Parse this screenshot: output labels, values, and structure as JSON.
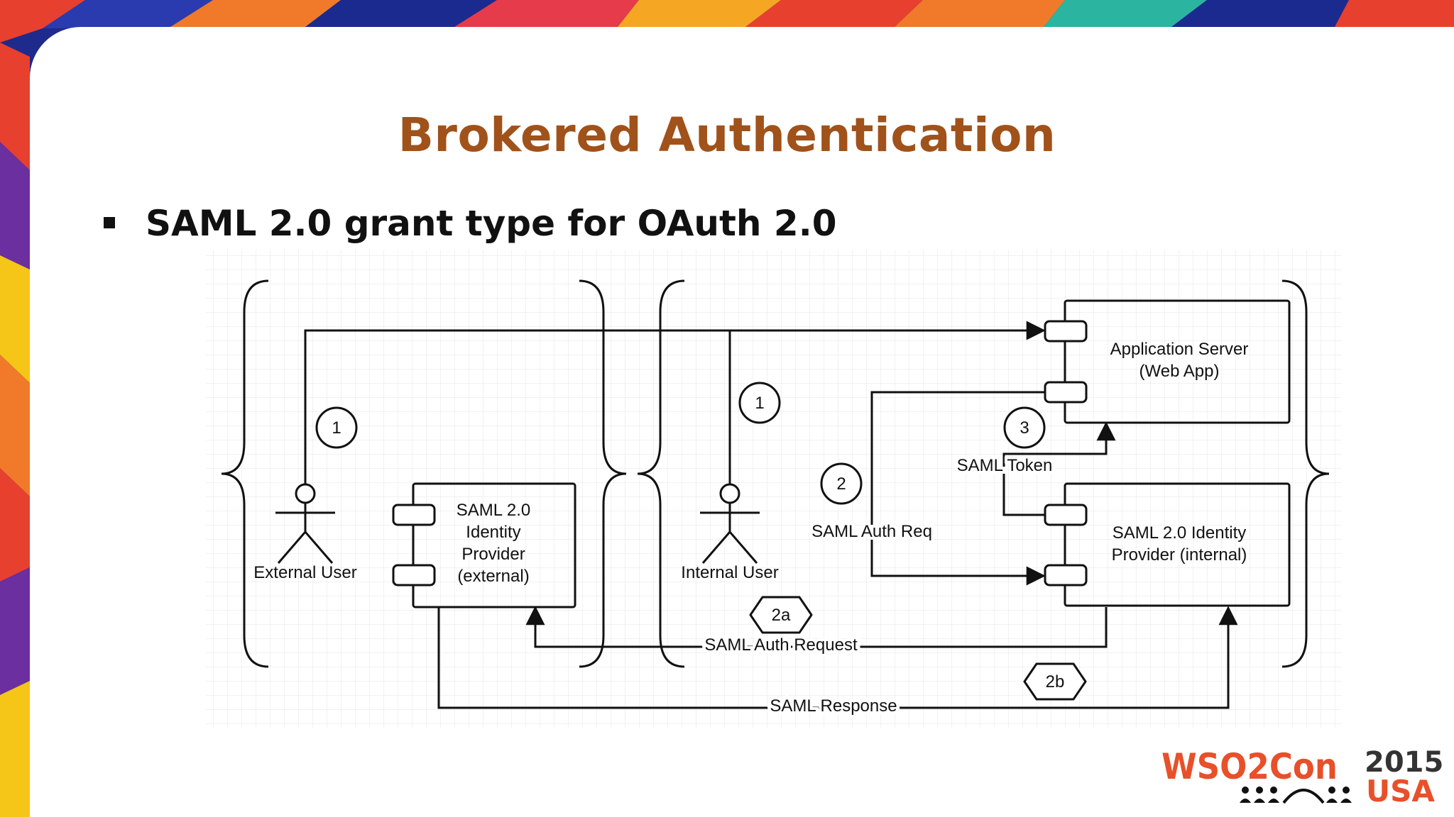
{
  "slide": {
    "title": "Brokered Authentication",
    "bullet": "SAML 2.0 grant type for OAuth 2.0"
  },
  "diagram": {
    "actors": {
      "external_user": "External User",
      "internal_user": "Internal User"
    },
    "components": {
      "external_idp": [
        "SAML 2.0",
        "Identity",
        "Provider",
        "(external)"
      ],
      "app_server": [
        "Application Server",
        "(Web App)"
      ],
      "internal_idp": [
        "SAML 2.0 Identity",
        "Provider (internal)"
      ]
    },
    "steps": {
      "ext_1": "1",
      "int_1": "1",
      "step_2": "2",
      "step_3": "3",
      "step_2a": "2a",
      "step_2b": "2b"
    },
    "labels": {
      "saml_token": "SAML Token",
      "saml_auth_req": "SAML Auth Req",
      "saml_auth_request": "SAML Auth Request",
      "saml_response": "SAML Response"
    }
  },
  "logo": {
    "brand": "WSO2Con",
    "year": "2015",
    "region": "USA",
    "colors": {
      "brand": "#e8502a",
      "dark": "#333333"
    }
  },
  "theme": {
    "title_color": "#a0521a",
    "line_color": "#111111",
    "grid_color": "#e6e6e6"
  }
}
